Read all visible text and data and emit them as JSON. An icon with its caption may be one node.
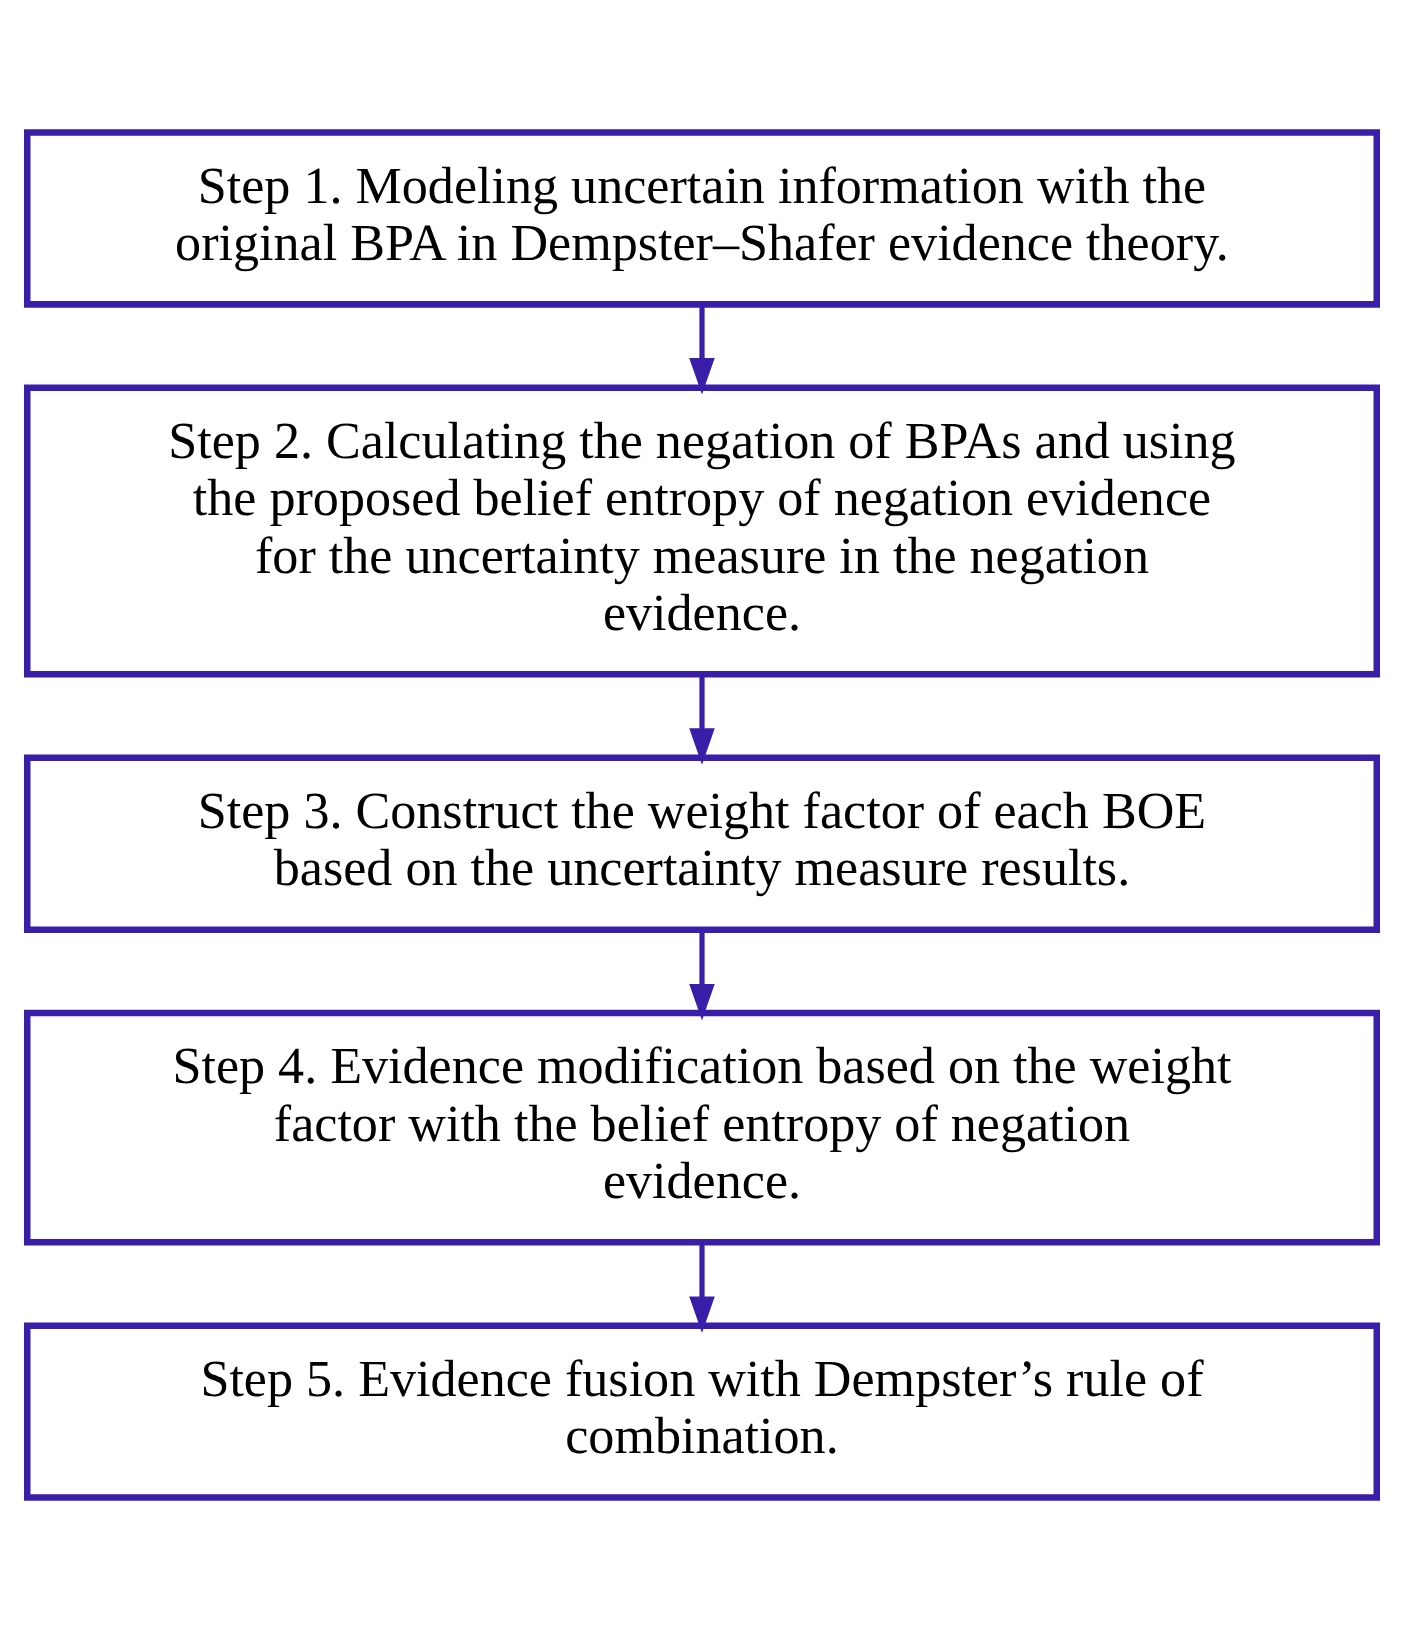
{
  "diagram": {
    "nodes": [
      {
        "text": [
          "Step 1. Modeling uncertain information with the original BPA in Dempster–Shafer evidence theory."
        ]
      },
      {
        "text": [
          "Step 2. Calculating the negation of BPAs and using the proposed belief entropy of negation evidence for the uncertainty measure in the negation evidence."
        ]
      },
      {
        "text": [
          "Step 3. Construct the weight factor of each BOE based on the uncertainty measure results."
        ]
      },
      {
        "text": [
          "Step 4. Evidence modification based on the weight factor with the belief entropy of negation evidence."
        ]
      },
      {
        "text": [
          "Step 5. Evidence fusion with Dempster’s rule of combination."
        ]
      }
    ],
    "edges": [
      {
        "from": 0,
        "to": 1,
        "arrow": "to"
      },
      {
        "from": 1,
        "to": 2,
        "arrow": "to"
      },
      {
        "from": 2,
        "to": 3,
        "arrow": "to"
      },
      {
        "from": 3,
        "to": 4,
        "arrow": "to"
      }
    ]
  }
}
